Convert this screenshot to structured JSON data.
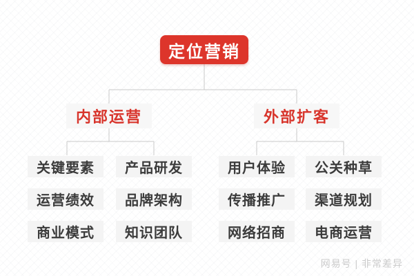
{
  "root": {
    "label": "定位营销"
  },
  "branches": [
    {
      "label": "内部运营",
      "items": [
        "关键要素",
        "产品研发",
        "运营绩效",
        "品牌架构",
        "商业模式",
        "知识团队"
      ]
    },
    {
      "label": "外部扩客",
      "items": [
        "用户体验",
        "公关种草",
        "传播推广",
        "渠道规划",
        "网络招商",
        "电商运营"
      ]
    }
  ],
  "watermark": "网易号 | 非常差异",
  "colors": {
    "brand_red": "#dd352b",
    "header_text_red": "#d8352c",
    "node_bg": "#f4f4f4",
    "node_text": "#3b3b3b",
    "connector": "#c9c9c9",
    "watermark_text": "#cbcbcb"
  }
}
